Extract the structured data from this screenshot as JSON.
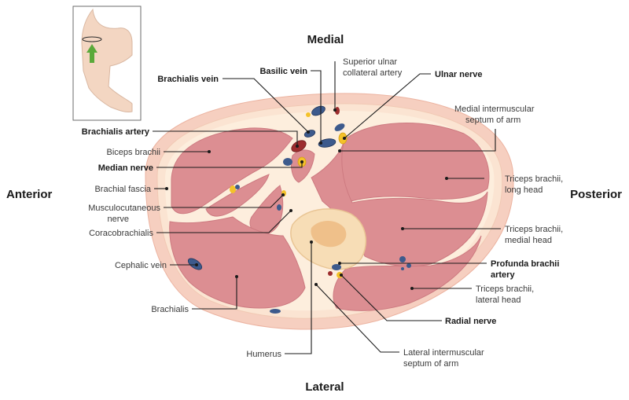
{
  "directions": {
    "medial": "Medial",
    "lateral": "Lateral",
    "anterior": "Anterior",
    "posterior": "Posterior"
  },
  "labels": {
    "brachialis_vein": "Brachialis vein",
    "basilic_vein": "Basilic vein",
    "superior_ulnar_1": "Superior ulnar",
    "superior_ulnar_2": "collateral artery",
    "ulnar_nerve": "Ulnar nerve",
    "medial_septum_1": "Medial intermuscular",
    "medial_septum_2": "septum of arm",
    "brachialis_artery": "Brachialis artery",
    "biceps_brachii": "Biceps brachii",
    "median_nerve": "Median nerve",
    "brachial_fascia": "Brachial fascia",
    "musculocutaneous_1": "Musculocutaneous",
    "musculocutaneous_2": "nerve",
    "coracobrachialis": "Coracobrachialis",
    "cephalic_vein": "Cephalic vein",
    "brachialis": "Brachialis",
    "humerus": "Humerus",
    "triceps_long_1": "Triceps brachii,",
    "triceps_long_2": "long head",
    "triceps_medial_1": "Triceps brachii,",
    "triceps_medial_2": "medial head",
    "profunda_1": "Profunda brachii",
    "profunda_2": "artery",
    "triceps_lateral_1": "Triceps brachii,",
    "triceps_lateral_2": "lateral head",
    "radial_nerve": "Radial nerve",
    "lateral_septum_1": "Lateral intermuscular",
    "lateral_septum_2": "septum of arm"
  },
  "colors": {
    "skin": "#f6cfc0",
    "subcutaneous": "#fbe4d2",
    "muscle": "#dc8e92",
    "muscle_edge": "#cd7a80",
    "septum": "#fdeedd",
    "bone": "#f7ddb6",
    "marrow": "#efc08a",
    "vein": "#3d5a8c",
    "artery": "#9c2d2e",
    "nerve": "#f4c22a",
    "arrow": "#5aa93a"
  }
}
